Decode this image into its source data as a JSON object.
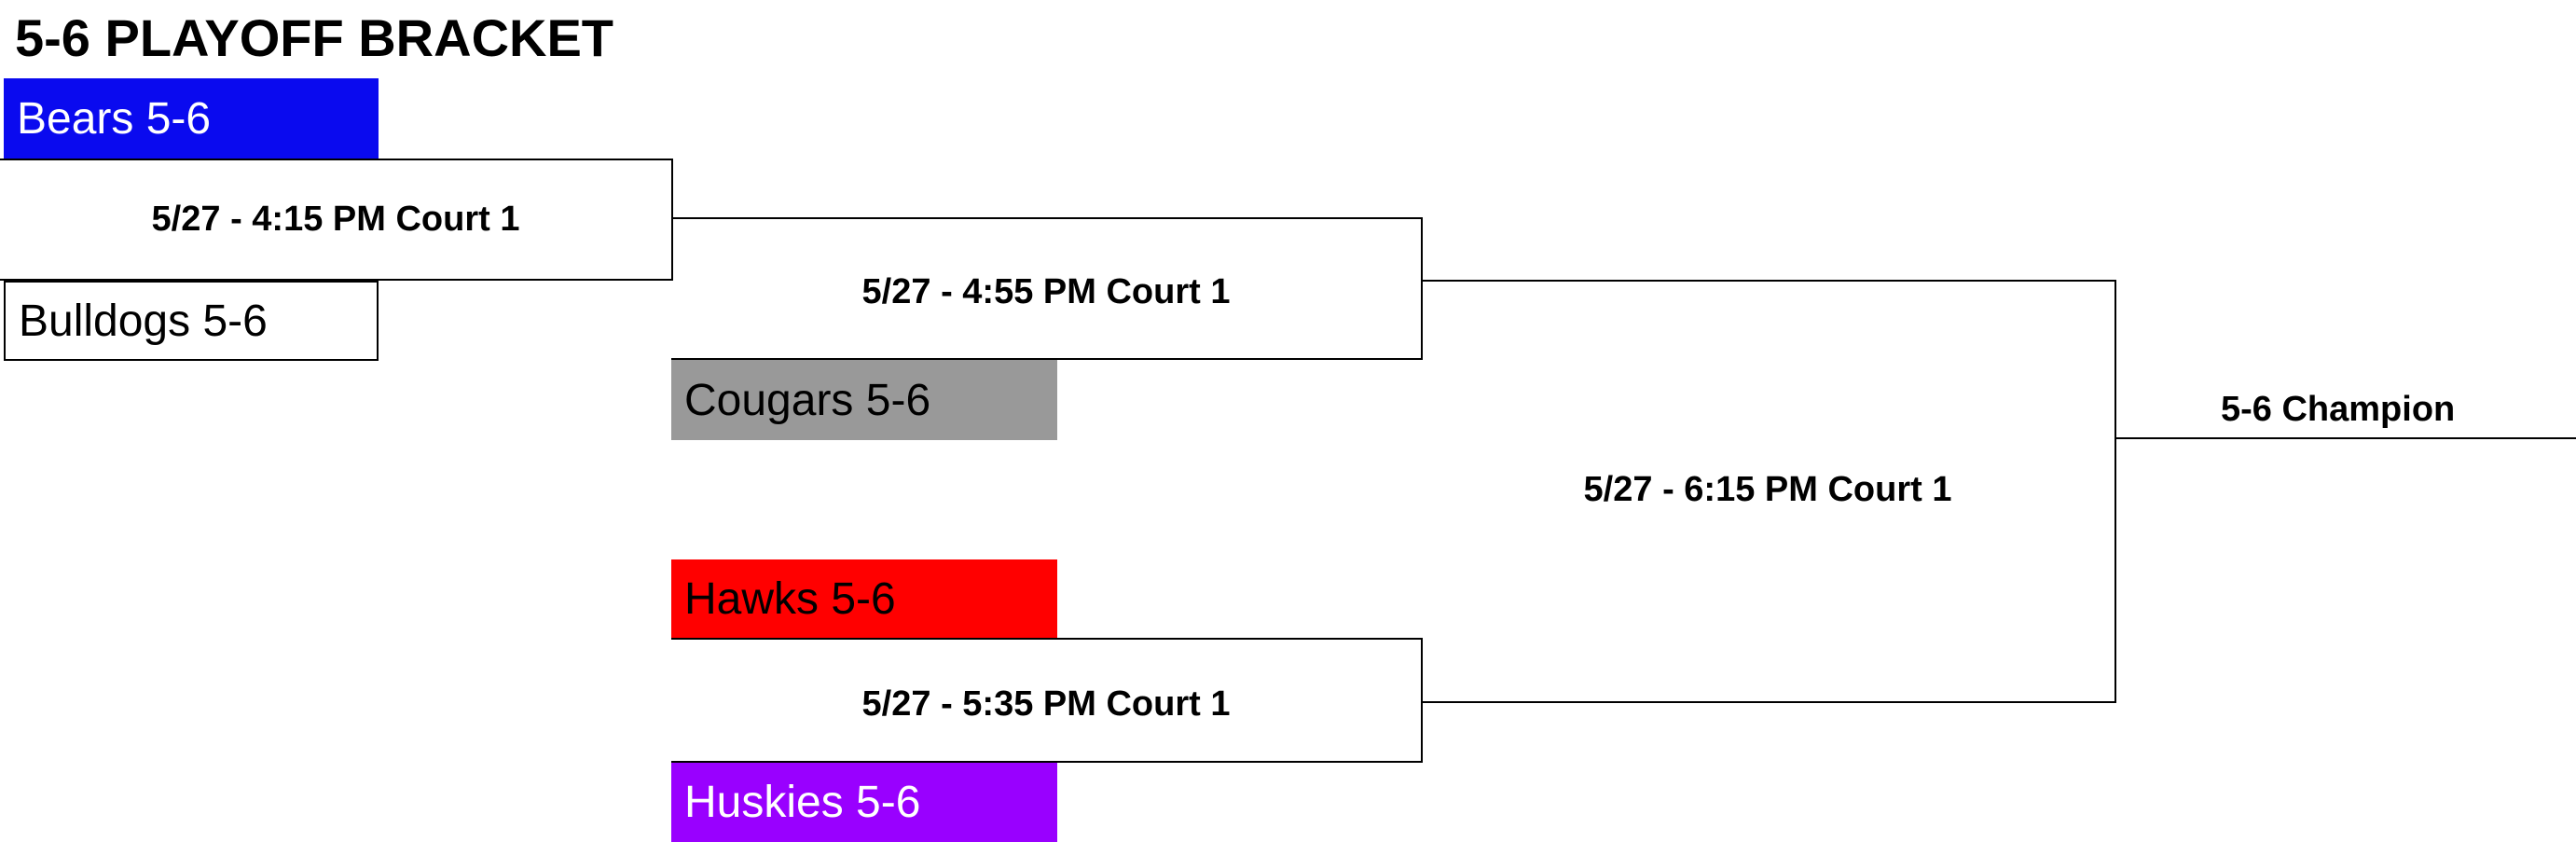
{
  "title": "5-6 PLAYOFF BRACKET",
  "teams": {
    "bears": {
      "label": "Bears 5-6",
      "color": "#0a0aef",
      "text_color": "#ffffff"
    },
    "bulldogs": {
      "label": "Bulldogs 5-6",
      "color": "#ffffff",
      "text_color": "#000000"
    },
    "cougars": {
      "label": "Cougars 5-6",
      "color": "#999999",
      "text_color": "#000000"
    },
    "hawks": {
      "label": "Hawks 5-6",
      "color": "#ff0000",
      "text_color": "#000000"
    },
    "huskies": {
      "label": "Huskies 5-6",
      "color": "#9900ff",
      "text_color": "#ffffff"
    }
  },
  "games": {
    "game1": "5/27 - 4:15 PM Court 1",
    "game2": "5/27 - 4:55 PM Court 1",
    "game3": "5/27 - 5:35 PM Court 1",
    "final": "5/27 - 6:15 PM Court 1"
  },
  "champion_label": "5-6 Champion"
}
